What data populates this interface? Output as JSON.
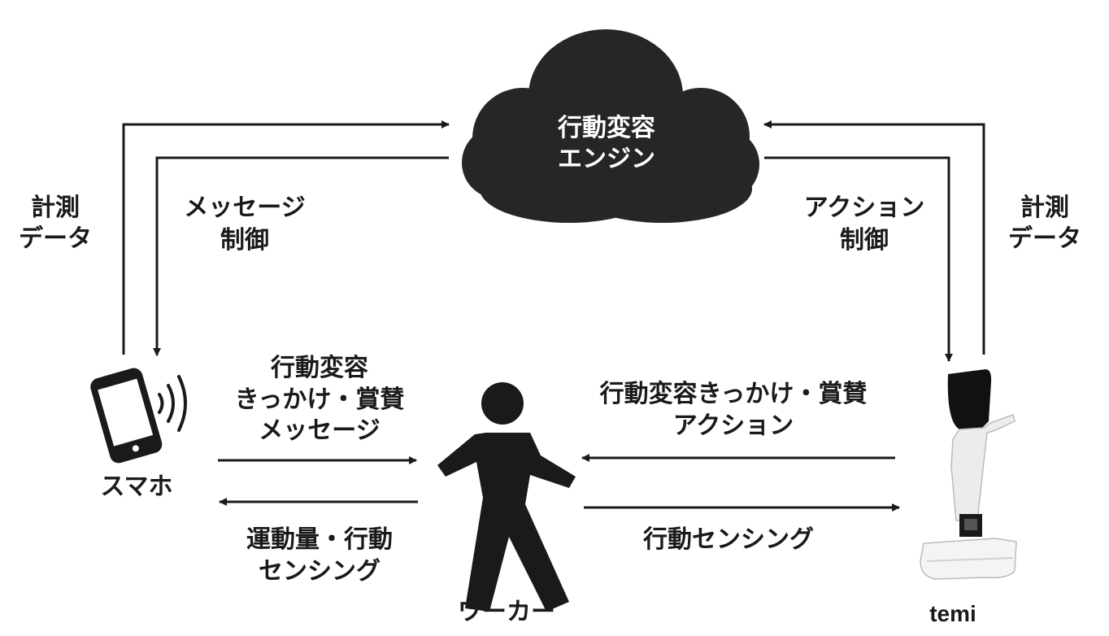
{
  "cloud": {
    "line1": "行動変容",
    "line2": "エンジン"
  },
  "left_outer": {
    "line1": "計測",
    "line2": "データ"
  },
  "left_inner": {
    "line1": "メッセージ",
    "line2": "制御"
  },
  "right_inner": {
    "line1": "アクション",
    "line2": "制御"
  },
  "right_outer": {
    "line1": "計測",
    "line2": "データ"
  },
  "phone_to_worker": {
    "line1": "行動変容",
    "line2": "きっかけ・賞賛",
    "line3": "メッセージ"
  },
  "worker_to_phone": {
    "line1": "運動量・行動",
    "line2": "センシング"
  },
  "robot_to_worker": {
    "line1": "行動変容きっかけ・賞賛",
    "line2": "アクション"
  },
  "worker_to_robot": {
    "line1": "行動センシング"
  },
  "nodes": {
    "phone": "スマホ",
    "worker": "ワーカー",
    "robot": "temi"
  },
  "colors": {
    "ink": "#1a1a1a",
    "cloud": "#262626",
    "background": "#ffffff"
  }
}
